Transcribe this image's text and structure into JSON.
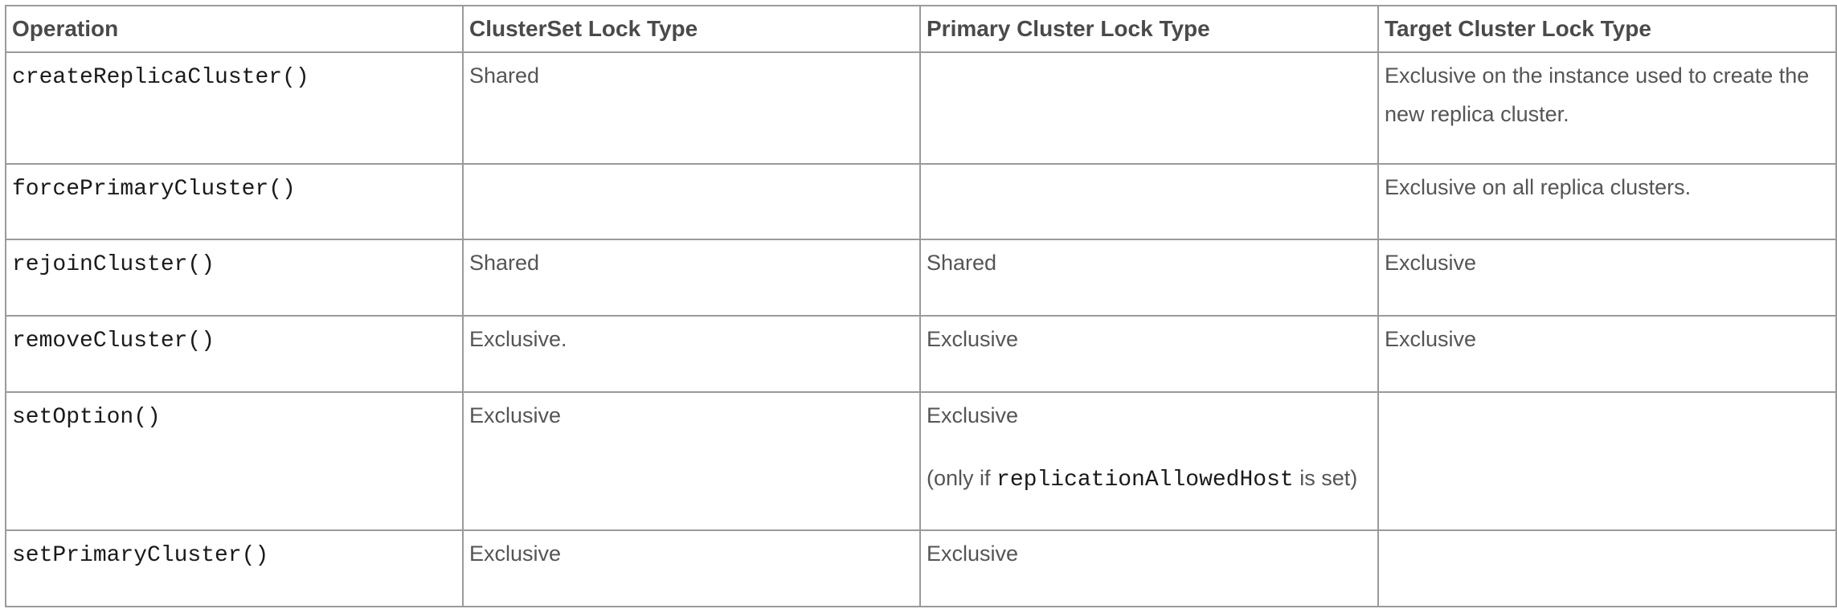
{
  "table": {
    "headers": [
      "Operation",
      "ClusterSet Lock Type",
      "Primary Cluster Lock Type",
      "Target Cluster Lock Type"
    ],
    "rows": [
      {
        "operation": "createReplicaCluster()",
        "clusterset": "Shared",
        "primary": "",
        "target": "Exclusive on the instance used to create the new replica cluster."
      },
      {
        "operation": "forcePrimaryCluster()",
        "clusterset": "",
        "primary": "",
        "target": "Exclusive on all replica clusters."
      },
      {
        "operation": "rejoinCluster()",
        "clusterset": "Shared",
        "primary": "Shared",
        "target": "Exclusive"
      },
      {
        "operation": "removeCluster()",
        "clusterset": "Exclusive.",
        "primary": "Exclusive",
        "target": "Exclusive"
      },
      {
        "operation": "setOption()",
        "clusterset": "Exclusive",
        "primary": "Exclusive",
        "primary_note_prefix": "(only if ",
        "primary_note_code": "replicationAllowedHost",
        "primary_note_suffix": " is set)",
        "target": ""
      },
      {
        "operation": "setPrimaryCluster()",
        "clusterset": "Exclusive",
        "primary": "Exclusive",
        "target": ""
      }
    ]
  }
}
